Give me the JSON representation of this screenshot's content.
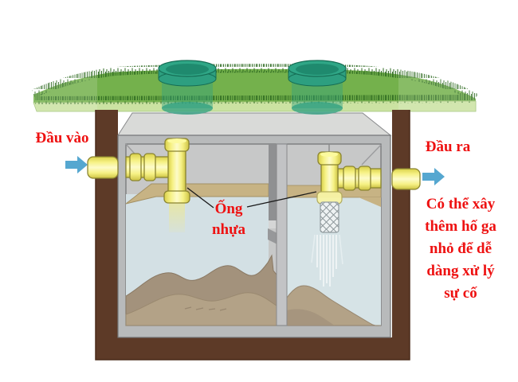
{
  "diagram": {
    "title": "Septic tank cross-section diagram",
    "labels": {
      "inlet": "Đầu vào",
      "outlet": "Đầu ra",
      "pipe_lines": [
        "Ống",
        "nhựa"
      ],
      "note_lines": [
        "Có thể xây",
        "thêm hố ga",
        "nhỏ để dễ",
        "dàng xử lý",
        "sự cố"
      ]
    },
    "icons": {
      "inlet_arrow": "right-arrow",
      "outlet_arrow": "right-arrow"
    },
    "colors": {
      "label_red": "#ee1111",
      "arrow_blue": "#55a7d0",
      "pipe_yellow": "#f2ed74",
      "pipe_outline": "#8a8430",
      "lid_teal": "#2d9f80",
      "grass_green": "#74b14c",
      "grass_light": "#cbe2a2",
      "blade_green": "#2e6a21",
      "soil_brown": "#5d3a27",
      "tank_gray": "#b8babb",
      "tank_top_gray": "#d9dad8",
      "inner_gray": "#c7c8c8",
      "water_blue": "#d3e0e4",
      "scum_tan": "#c7b384",
      "sludge_brown": "#b3a287",
      "sludge_dark": "#a3927c"
    }
  }
}
